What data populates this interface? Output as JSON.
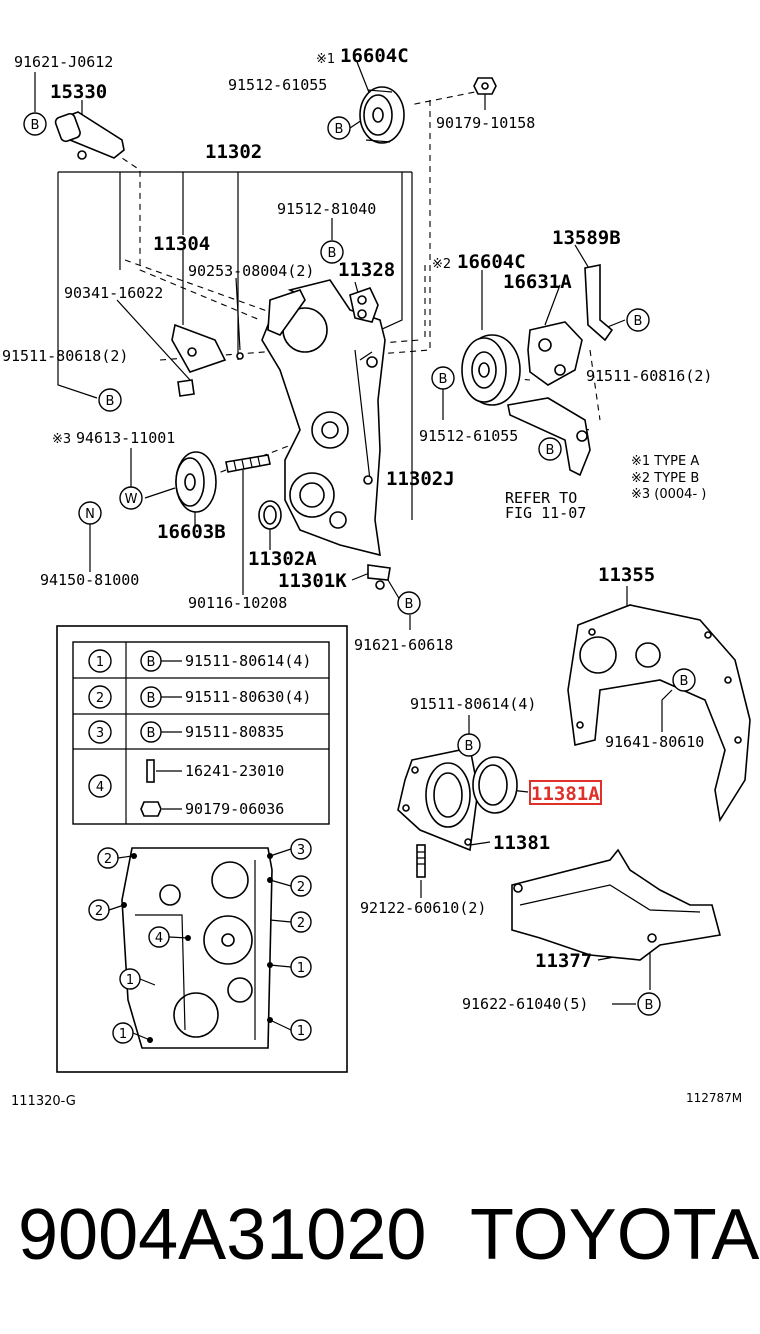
{
  "labels": {
    "p91621J0612": "91621-J0612",
    "p15330": "15330",
    "p16604C_top": "16604C",
    "p16604C_top_mark": "※1",
    "p91512_61055_top": "91512-61055",
    "p90179_10158": "90179-10158",
    "p11302": "11302",
    "p91512_81040": "91512-81040",
    "p11304": "11304",
    "p90253": "90253-08004(2)",
    "p11328": "11328",
    "p90341": "90341-16022",
    "p91511_80618": "91511-80618(2)",
    "p16604C_mid": "16604C",
    "p16604C_mid_mark": "※2",
    "p13589B": "13589B",
    "p16631A": "16631A",
    "p91511_60816": "91511-60816(2)",
    "p91512_61055_mid": "91512-61055",
    "p94613": "94613-11001",
    "p94613_mark": "※3",
    "p11302J": "11302J",
    "refer1": "REFER TO",
    "refer2": "FIG 11-07",
    "note1": "※1 TYPE A",
    "note2": "※2 TYPE B",
    "note3": "※3 (0004-       )",
    "p16603B": "16603B",
    "p11302A": "11302A",
    "p94150": "94150-81000",
    "p11301K": "11301K",
    "p90116": "90116-10208",
    "p91621_60618": "91621-60618",
    "p11355": "11355",
    "p91511_80614_main": "91511-80614(4)",
    "p91641": "91641-80610",
    "p11381A": "11381A",
    "p11381": "11381",
    "p92122": "92122-60610(2)",
    "p11377": "11377",
    "p91622": "91622-61040(5)",
    "code_left": "111320-G",
    "code_right": "112787M"
  },
  "callouts": {
    "bolt": "B",
    "washer": "W",
    "nut": "N"
  },
  "table": {
    "rows": [
      {
        "num": "1",
        "part": "91511-80614(4)"
      },
      {
        "num": "2",
        "part": "91511-80630(4)"
      },
      {
        "num": "3",
        "part": "91511-80835"
      },
      {
        "num": "4",
        "part": "16241-23010"
      }
    ],
    "extra_part": "90179-06036"
  },
  "inset_numbers": [
    "2",
    "3",
    "2",
    "2",
    "4",
    "2",
    "1",
    "1",
    "1",
    "1"
  ],
  "highlight_color": "#e0302a",
  "footer": {
    "part_number": "9004A31020",
    "brand": "TOYOTA"
  }
}
